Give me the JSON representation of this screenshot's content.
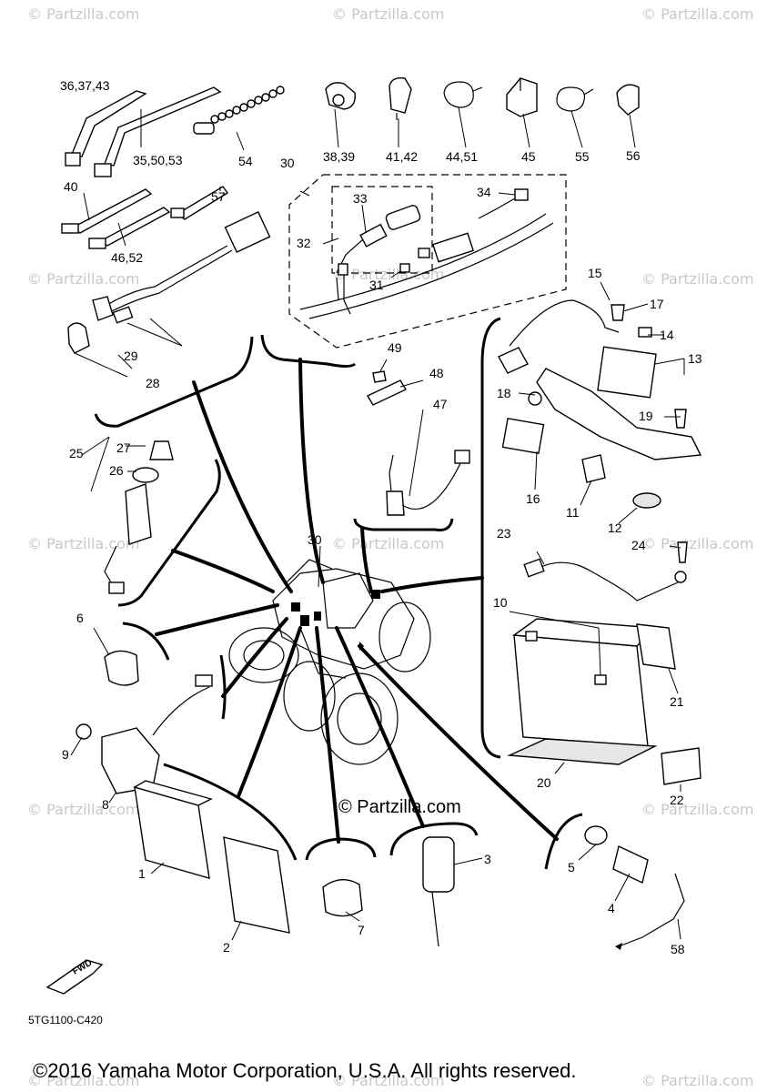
{
  "watermark": "© Partzilla.com",
  "center_watermark": "© Partzilla.com",
  "diagram_code": "5TG1100-C420",
  "copyright": "©2016 Yamaha Motor Corporation, U.S.A. All rights reserved.",
  "fwd_label": "FWD",
  "callouts": {
    "c1": "1",
    "c2": "2",
    "c3": "3",
    "c4": "4",
    "c5": "5",
    "c6": "6",
    "c7": "7",
    "c8": "8",
    "c9": "9",
    "c10": "10",
    "c11": "11",
    "c12": "12",
    "c13": "13",
    "c14": "14",
    "c15": "15",
    "c16": "16",
    "c17": "17",
    "c18": "18",
    "c19": "19",
    "c20": "20",
    "c21": "21",
    "c22": "22",
    "c23": "23",
    "c24": "24",
    "c25": "25",
    "c26": "26",
    "c27": "27",
    "c28": "28",
    "c29": "29",
    "c30a": "30",
    "c30b": "30",
    "c31": "31",
    "c32": "32",
    "c33": "33",
    "c34": "34",
    "c36_37_43": "36,37,43",
    "c35_50_53": "35,50,53",
    "c54": "54",
    "c38_39": "38,39",
    "c41_42": "41,42",
    "c44_51": "44,51",
    "c45": "45",
    "c55": "55",
    "c56": "56",
    "c40": "40",
    "c46_52": "46,52",
    "c57": "57",
    "c47": "47",
    "c48": "48",
    "c49": "49",
    "c58": "58"
  }
}
